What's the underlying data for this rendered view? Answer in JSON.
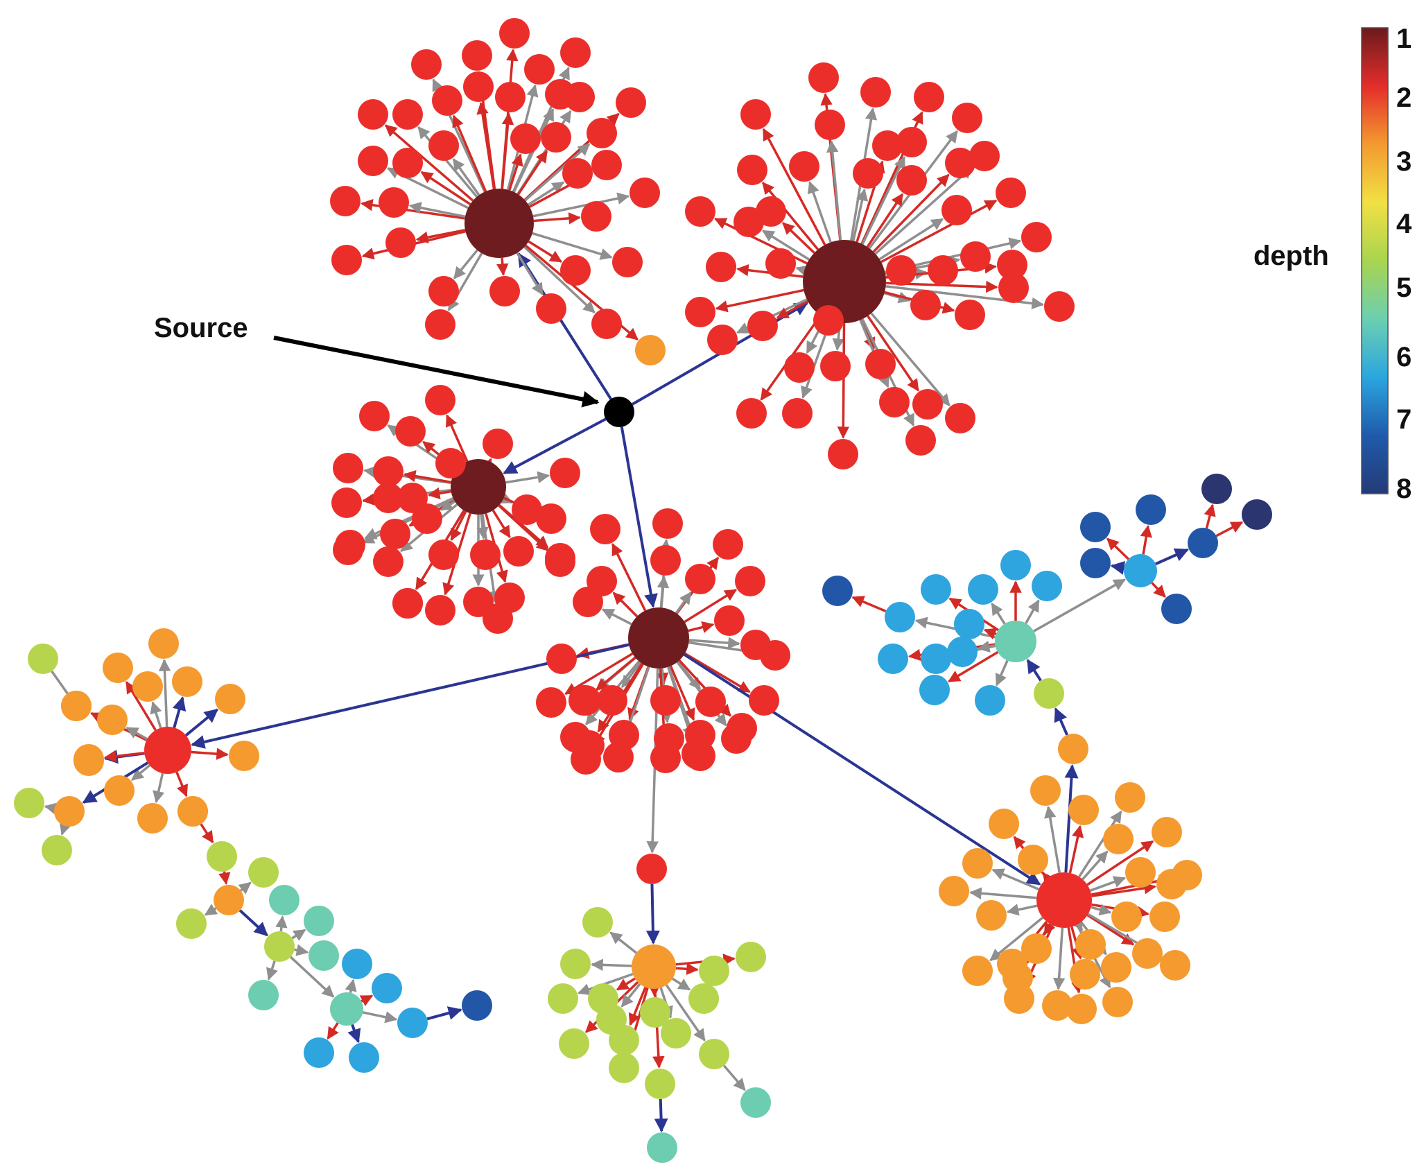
{
  "annotation": {
    "source_label": "Source"
  },
  "legend": {
    "title": "depth",
    "ticks": [
      "1",
      "2",
      "3",
      "4",
      "5",
      "6",
      "7",
      "8"
    ],
    "gradient": [
      "#6b1a1d",
      "#e32d2b",
      "#f39a30",
      "#f1e044",
      "#a9d44f",
      "#6ccfb1",
      "#2ba6df",
      "#1f5bab",
      "#253a77"
    ]
  },
  "colors": {
    "source": "#000000",
    "d1": "#6e1c1f",
    "d2": "#ec2e2b",
    "d3": "#f59a2e",
    "d4": "#b6d54c",
    "d5": "#6ccdb0",
    "d6": "#2ea5de",
    "d7": "#2257a8",
    "d8": "#2b3570",
    "edge_gray": "#8f8f8f",
    "edge_red": "#d42a25",
    "edge_blue": "#2b3592"
  },
  "graph": {
    "description_levels": "depth"
  }
}
